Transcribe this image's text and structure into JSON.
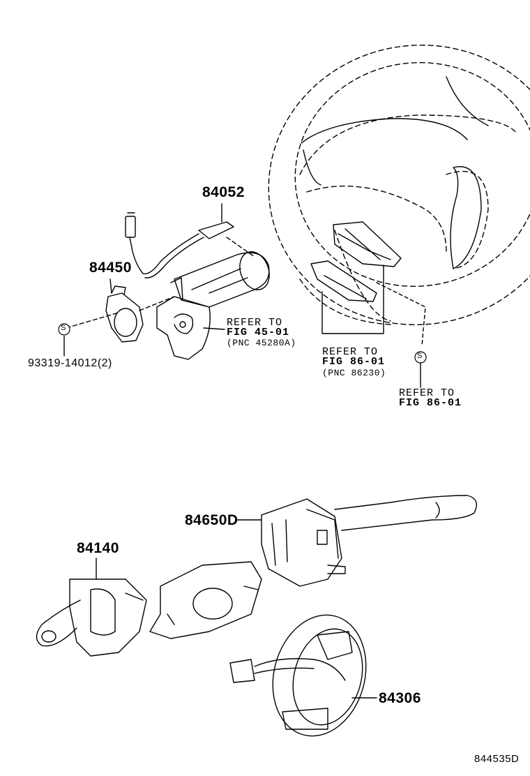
{
  "parts": {
    "p84052": "84052",
    "p84450": "84450",
    "bolt": "93319-14012(2)",
    "p84650d": "84650D",
    "p84140": "84140",
    "p84306": "84306"
  },
  "refs": {
    "fig4501": {
      "line1": "REFER TO",
      "line2": "FIG 45-01",
      "line3": "(PNC 45280A)"
    },
    "fig8601a": {
      "line1": "REFER TO",
      "line2": "FIG 86-01",
      "line3": "(PNC 86230)"
    },
    "fig8601b": {
      "line1": "REFER TO",
      "line2": "FIG 86-01"
    }
  },
  "screw_symbol": "S",
  "drawing_code": "844535D"
}
